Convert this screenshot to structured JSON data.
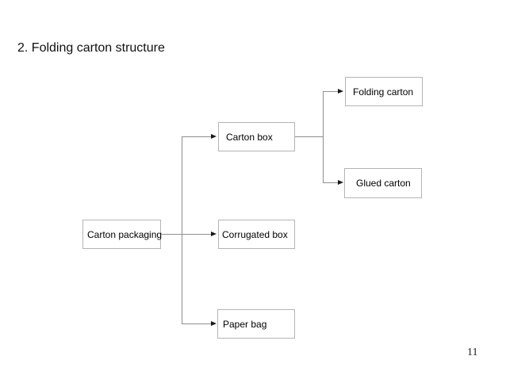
{
  "slide": {
    "title": "2. Folding carton structure",
    "page_number": "11"
  },
  "diagram": {
    "nodes": [
      {
        "id": "carton-packaging",
        "label": "Carton packaging",
        "level": 1
      },
      {
        "id": "carton-box",
        "label": "Carton box",
        "level": 2
      },
      {
        "id": "corrugated-box",
        "label": "Corrugated box",
        "level": 2
      },
      {
        "id": "paper-bag",
        "label": "Paper bag",
        "level": 2
      },
      {
        "id": "folding-carton",
        "label": "Folding carton",
        "level": 3
      },
      {
        "id": "glued-carton",
        "label": "Glued carton",
        "level": 3
      }
    ],
    "edges": [
      {
        "from": "Carton packaging",
        "to": "Carton box"
      },
      {
        "from": "Carton packaging",
        "to": "Corrugated box"
      },
      {
        "from": "Carton packaging",
        "to": "Paper bag"
      },
      {
        "from": "Carton box",
        "to": "Folding carton"
      },
      {
        "from": "Carton box",
        "to": "Glued carton"
      }
    ],
    "colors": {
      "background": "#ffffff",
      "box_border": "#b4b4b4",
      "connector": "#8f8f8f",
      "arrowhead": "#1a1a1a",
      "text": "#000000"
    }
  }
}
